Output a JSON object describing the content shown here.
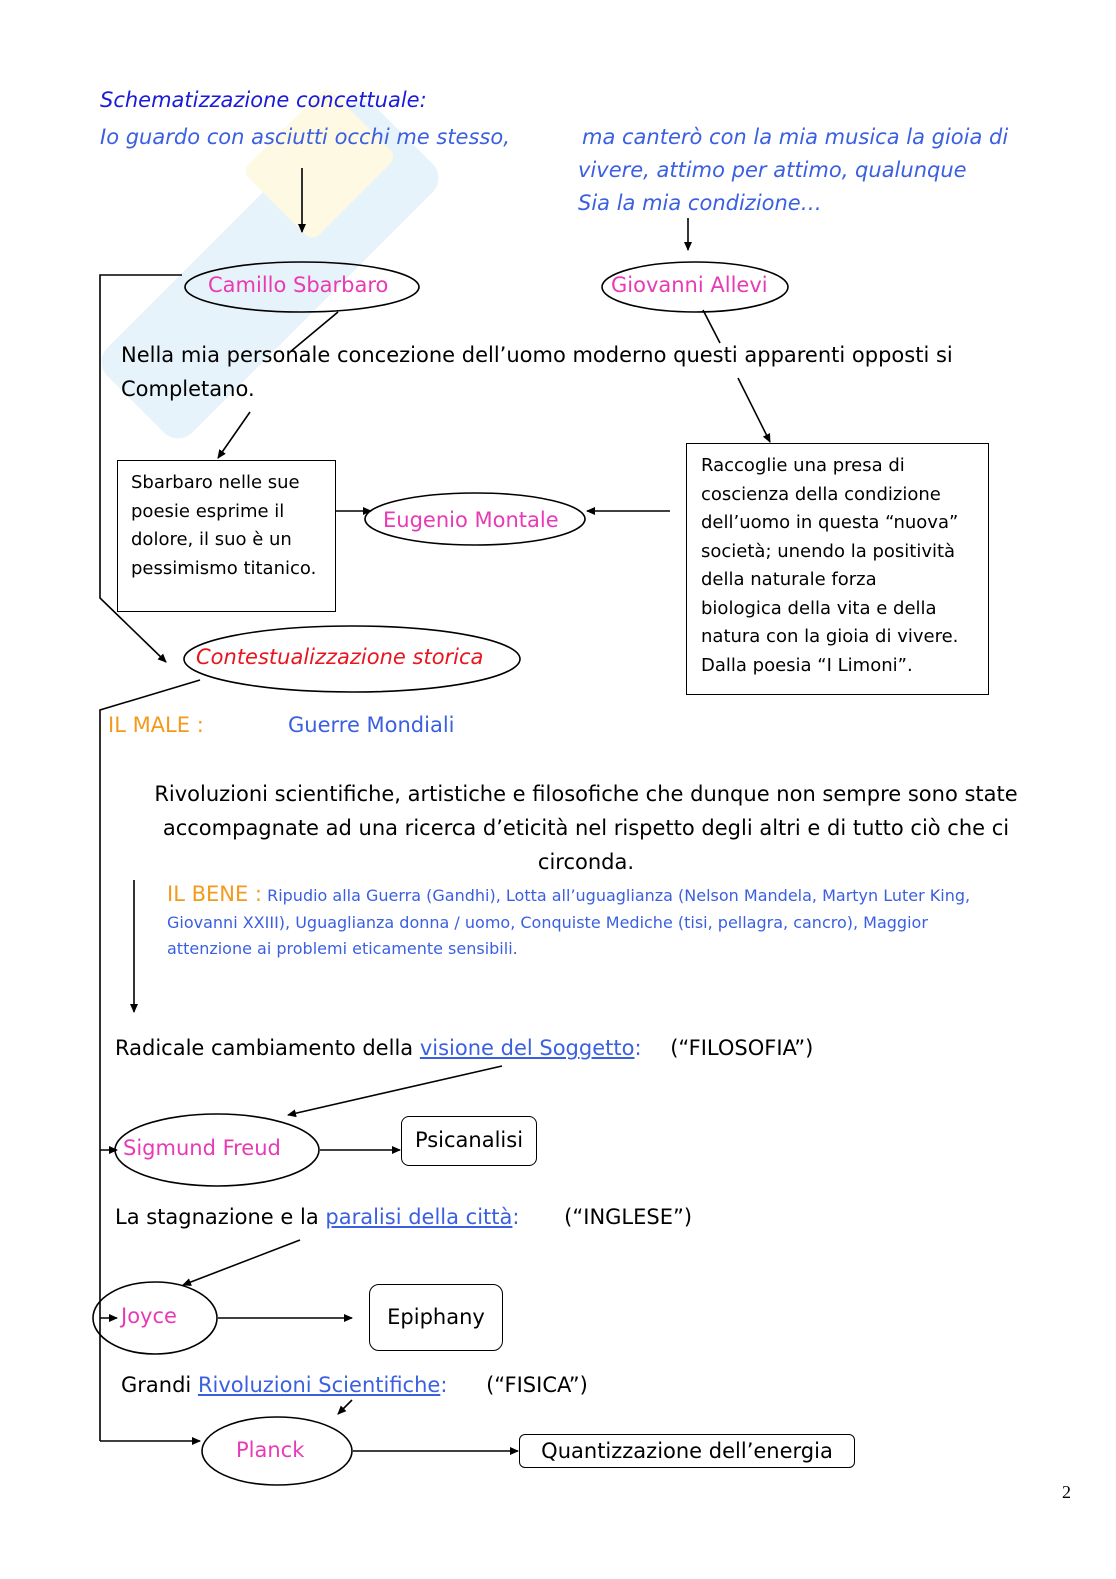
{
  "header": {
    "title": "Schematizzazione concettuale:",
    "quote_left": "Io guardo con asciutti occhi me stesso,",
    "quote_right_lines": [
      "ma canterò con la mia musica la gioia di",
      "vivere, attimo per attimo, qualunque",
      "Sia la mia condizione…"
    ]
  },
  "nodes": {
    "sbarbaro": "Camillo Sbarbaro",
    "allevi": "Giovanni Allevi",
    "montale": "Eugenio Montale",
    "contesto": "Contestualizzazione storica",
    "freud": "Sigmund Freud",
    "joyce": "Joyce",
    "planck": "Planck"
  },
  "intro": {
    "line1": "Nella mia personale concezione dell’uomo moderno questi apparenti opposti si",
    "line2": "Completano."
  },
  "boxes": {
    "sbarbaro_desc": "Sbarbaro nelle sue poesie esprime il dolore, il suo è un pessimismo titanico.",
    "allevi_desc_lines": [
      "Raccoglie una presa di",
      "coscienza della condizione",
      "dell’uomo in questa “nuova”",
      "società; unendo la positività",
      "della naturale forza",
      "biologica della vita e della",
      "natura con la gioia di vivere.",
      "Dalla poesia “I Limoni”."
    ],
    "psicanalisi": "Psicanalisi",
    "epiphany": "Epiphany",
    "quantizzazione": "Quantizzazione dell’energia"
  },
  "male": {
    "label": "IL MALE :",
    "value": "Guerre Mondiali"
  },
  "rivoluzioni": {
    "lines": [
      "Rivoluzioni scientifiche, artistiche e filosofiche che dunque non sempre sono state",
      "accompagnate ad una ricerca d’eticità nel rispetto degli altri e di tutto ciò che ci",
      "circonda."
    ]
  },
  "bene": {
    "label": "IL BENE :",
    "line1": "Ripudio alla Guerra (Gandhi), Lotta all’uguaglianza (Nelson Mandela, Martyn Luter King,",
    "line2": "Giovanni XXIII),  Uguaglianza donna / uomo, Conquiste Mediche (tisi, pellagra, cancro), Maggior",
    "line3": "attenzione ai problemi eticamente sensibili."
  },
  "sections": {
    "filosofia": {
      "prefix": "Radicale cambiamento della ",
      "link": "visione del Soggetto",
      "suffix": ":",
      "tag": "(“FILOSOFIA”)"
    },
    "inglese": {
      "prefix": "La stagnazione e la ",
      "link": "paralisi della città",
      "suffix": ":",
      "tag": "(“INGLESE”)"
    },
    "fisica": {
      "prefix": "Grandi ",
      "link": "Rivoluzioni Scientifiche",
      "suffix": ":",
      "tag": "(“FISICA”)"
    }
  },
  "footer": {
    "page_number": "2"
  },
  "colors": {
    "title_blue": "#1a1adb",
    "text_blue": "#3a5fe0",
    "name_pink": "#e83ab4",
    "context_red": "#e8141e",
    "label_orange": "#f39a1c"
  }
}
